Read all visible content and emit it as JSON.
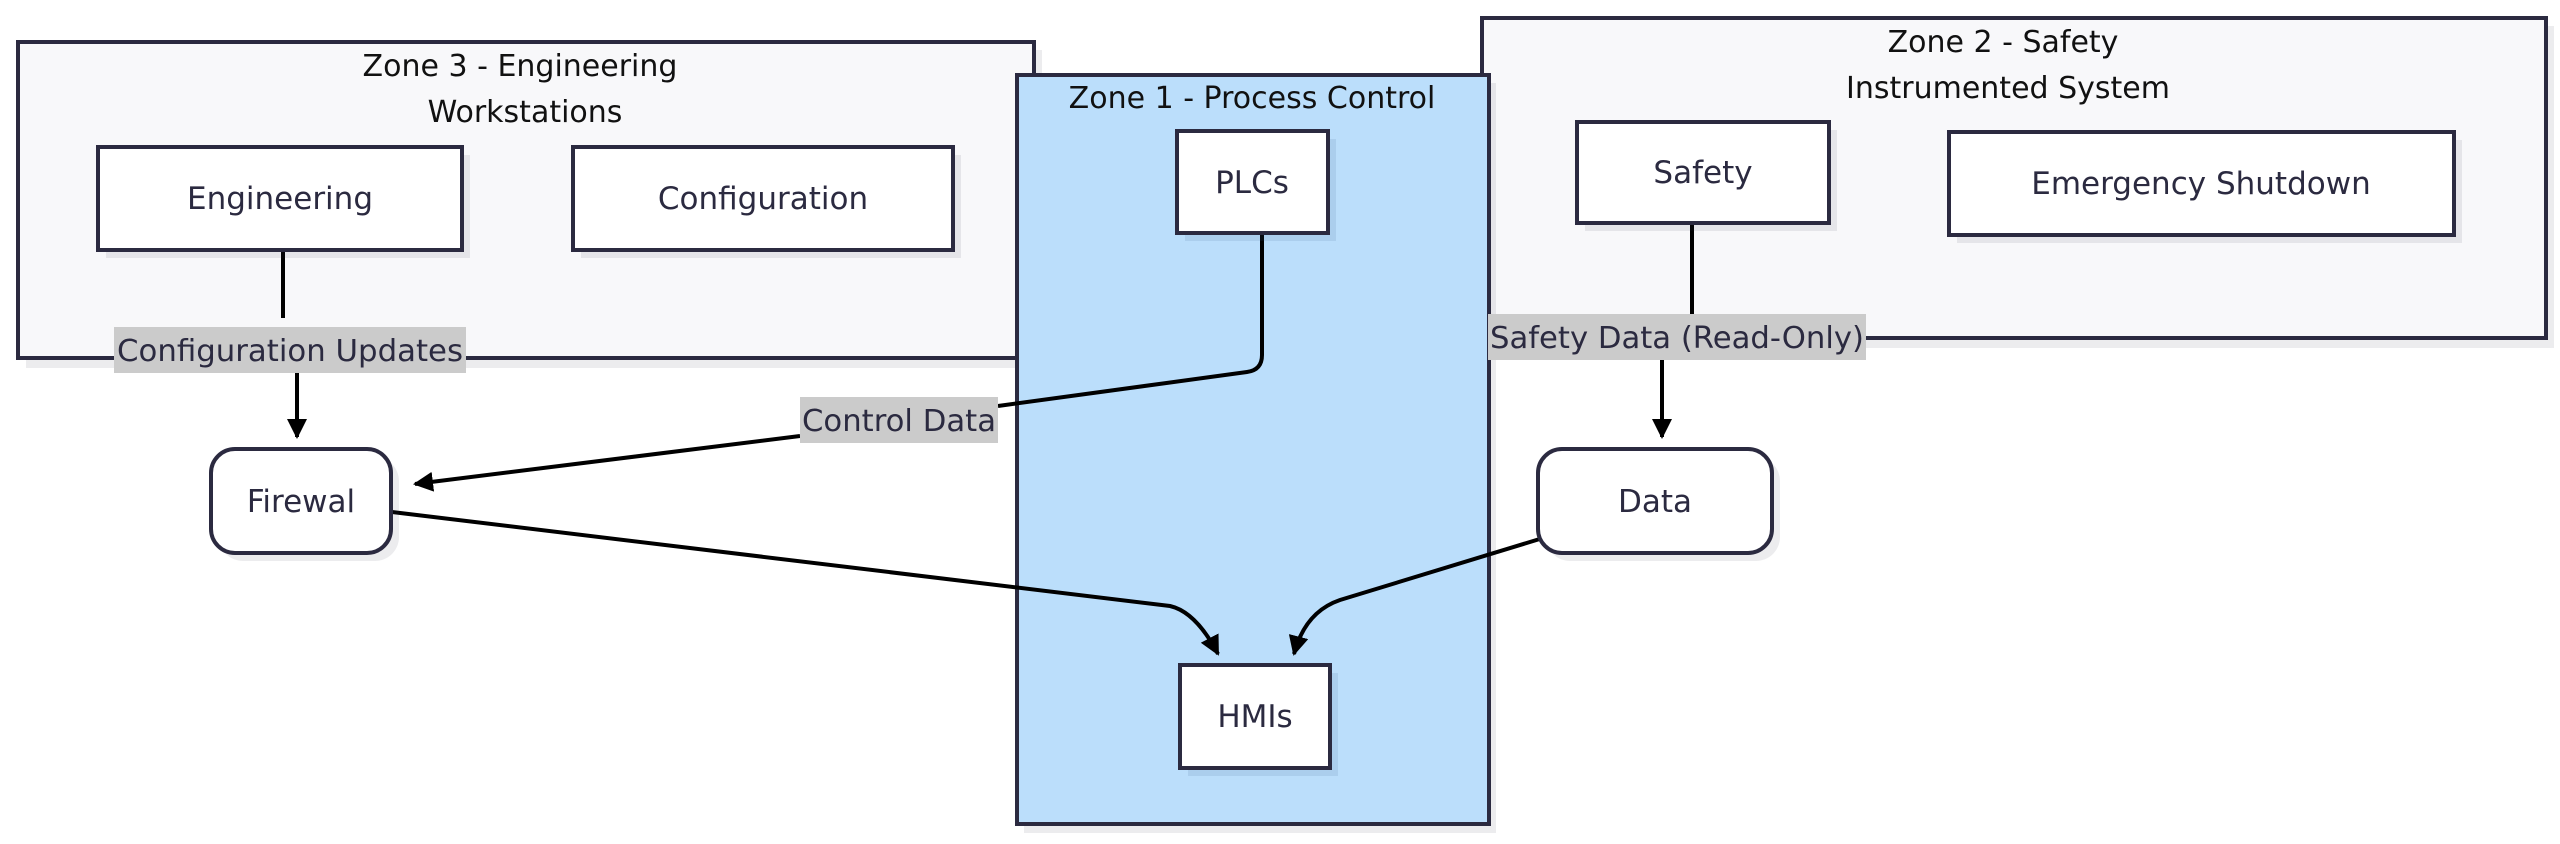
{
  "diagram": {
    "title": "Industrial Control System Zones",
    "colors": {
      "zone_default_fill": "#f8f8fa",
      "zone_process_fill": "#bbdefb",
      "border": "#2b2a40",
      "edge": "#000000",
      "edge_label_bg": "#cbcbcb",
      "node_fill": "#ffffff"
    },
    "zones": [
      {
        "id": "zone3",
        "title_lines": [
          "Zone 3 - Engineering",
          "Workstations"
        ]
      },
      {
        "id": "zone2",
        "title_lines": [
          "Zone 2 - Safety",
          "Instrumented System"
        ]
      },
      {
        "id": "zone1",
        "title_lines": [
          "Zone 1 - Process Control"
        ]
      }
    ],
    "nodes": {
      "engineering": {
        "label": "Engineering",
        "shape": "rect"
      },
      "configuration": {
        "label": "Configuration",
        "shape": "rect"
      },
      "plcs": {
        "label": "PLCs",
        "shape": "rect"
      },
      "safety": {
        "label": "Safety",
        "shape": "rect"
      },
      "emergency_shutdown": {
        "label": "Emergency Shutdown",
        "shape": "rect"
      },
      "firewall": {
        "label": "Firewal",
        "shape": "rounded"
      },
      "data": {
        "label": "Data",
        "shape": "rounded"
      },
      "hmis": {
        "label": "HMIs",
        "shape": "rect"
      }
    },
    "edges": [
      {
        "from": "engineering",
        "to": "firewall",
        "label": "Configuration Updates"
      },
      {
        "from": "plcs",
        "to": "firewall",
        "label": "Control Data"
      },
      {
        "from": "safety",
        "to": "data",
        "label": "Safety Data (Read-Only)"
      },
      {
        "from": "firewall",
        "to": "hmis",
        "label": ""
      },
      {
        "from": "data",
        "to": "hmis",
        "label": ""
      }
    ]
  }
}
